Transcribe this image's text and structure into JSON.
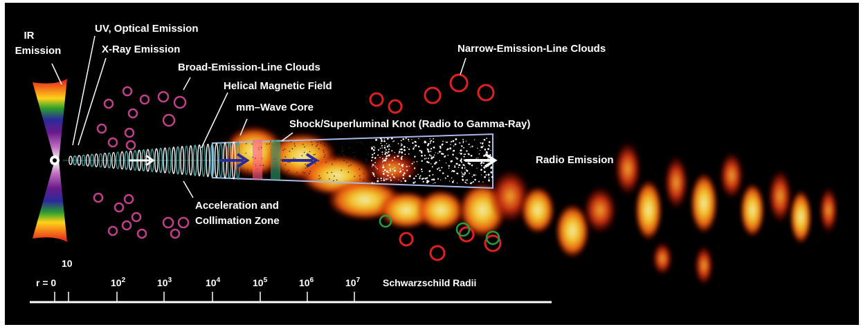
{
  "labels": {
    "ir_line1": "IR",
    "ir_line2": "Emission",
    "uv_optical": "UV, Optical Emission",
    "xray": "X-Ray Emission",
    "broad_line": "Broad-Emission-Line Clouds",
    "helical": "Helical Magnetic Field",
    "mm_core": "mm–Wave Core",
    "shock": "Shock/Superluminal Knot (Radio to Gamma-Ray)",
    "narrow_line": "Narrow-Emission-Line Clouds",
    "radio": "Radio Emission",
    "accel_line1": "Acceleration and",
    "accel_line2": "Collimation Zone"
  },
  "scale": {
    "r_label": "r = 0",
    "ten": "10",
    "base": "10",
    "exponents": [
      "2",
      "3",
      "4",
      "5",
      "6",
      "7"
    ],
    "unit": "Schwarzschild Radii"
  },
  "colors": {
    "background": "#000000",
    "text": "#ffffff",
    "broad_cloud": "#c0408a",
    "narrow_cloud": "#e02020",
    "green_cloud": "#20a040",
    "arrow": "#2a2a9a"
  }
}
